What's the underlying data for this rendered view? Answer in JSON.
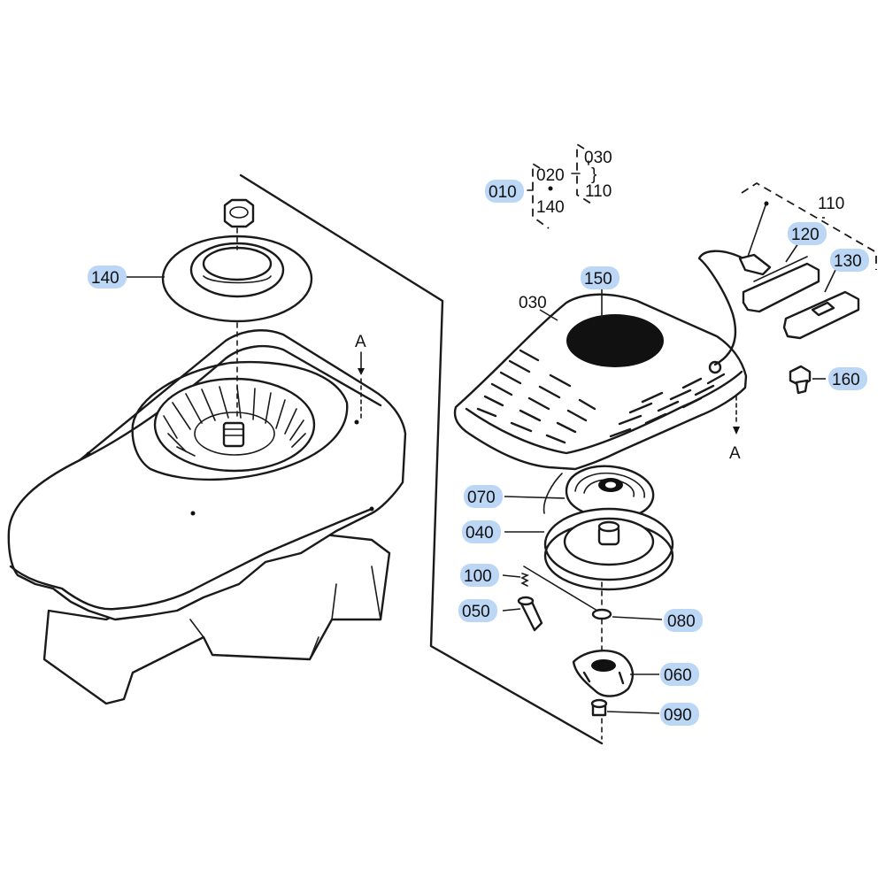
{
  "callouts": {
    "c010": "010",
    "c140": "140",
    "c150": "150",
    "c030": "030",
    "c110": "110",
    "c120": "120",
    "c130": "130",
    "c160": "160",
    "c070": "070",
    "c040": "040",
    "c100": "100",
    "c050": "050",
    "c080": "080",
    "c060": "060",
    "c090": "090"
  },
  "assembly_tree": {
    "root": "010",
    "child_a": "020",
    "child_b": "140",
    "sub_first": "030",
    "sub_range": "}",
    "sub_last": "110"
  },
  "section_markers": {
    "left": "A",
    "right": "A"
  },
  "colors": {
    "callout_highlight": "#bcd7f5",
    "line": "#1a1a1a"
  }
}
